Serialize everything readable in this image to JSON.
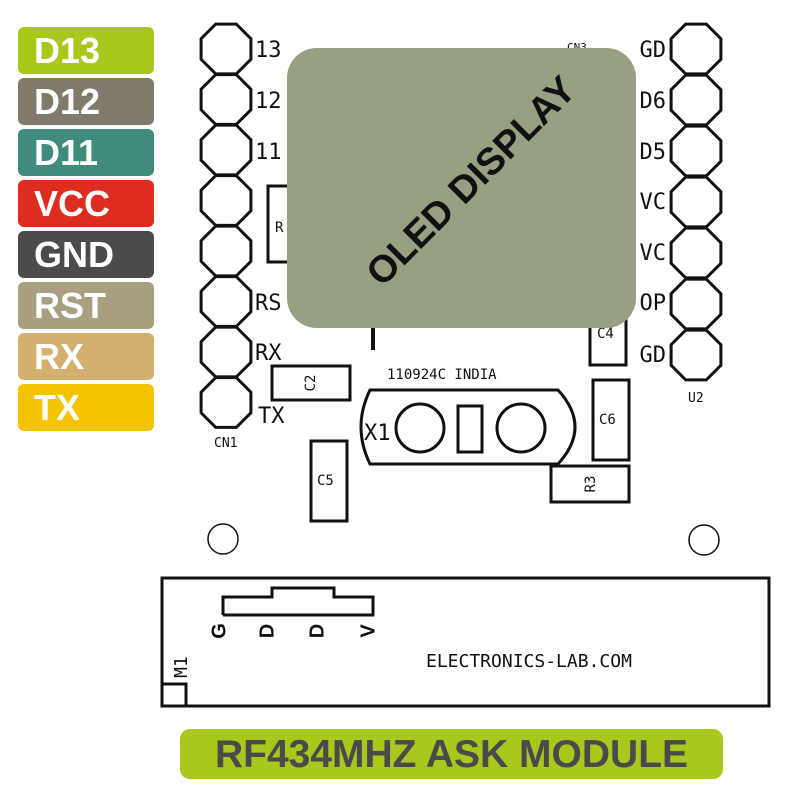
{
  "legend": {
    "items": [
      {
        "label": "D13",
        "color": "#a9c81e"
      },
      {
        "label": "D12",
        "color": "#7f7a6b"
      },
      {
        "label": "D11",
        "color": "#3f8c7c"
      },
      {
        "label": "VCC",
        "color": "#dd2d1f"
      },
      {
        "label": "GND",
        "color": "#4b4b4b"
      },
      {
        "label": "RST",
        "color": "#a6a080"
      },
      {
        "label": "RX",
        "color": "#d4b06e"
      },
      {
        "label": "TX",
        "color": "#f5c400"
      }
    ]
  },
  "cn1": {
    "name": "CN1",
    "pins": [
      "13",
      "12",
      "11",
      "",
      "",
      "RS",
      "RX",
      "TX"
    ]
  },
  "u2": {
    "name": "U2",
    "header_label": "CN3",
    "pins": [
      "GD",
      "D6",
      "D5",
      "VC",
      "VC",
      "OP",
      "GD"
    ]
  },
  "oled": {
    "label": "OLED DISPLAY",
    "color": "#97a080"
  },
  "components": {
    "r_left": "R",
    "c2": "C2",
    "c4": "C4",
    "c5": "C5",
    "c6": "C6",
    "r3": "R3",
    "x1": "X1",
    "crystal_text": "110924C INDIA"
  },
  "rf_module": {
    "name": "M1",
    "pins": [
      "G",
      "D",
      "D",
      "V"
    ],
    "brand": "ELECTRONICS-LAB.COM"
  },
  "banner": {
    "label": "RF434MHZ ASK MODULE",
    "color": "#a9c81e"
  }
}
